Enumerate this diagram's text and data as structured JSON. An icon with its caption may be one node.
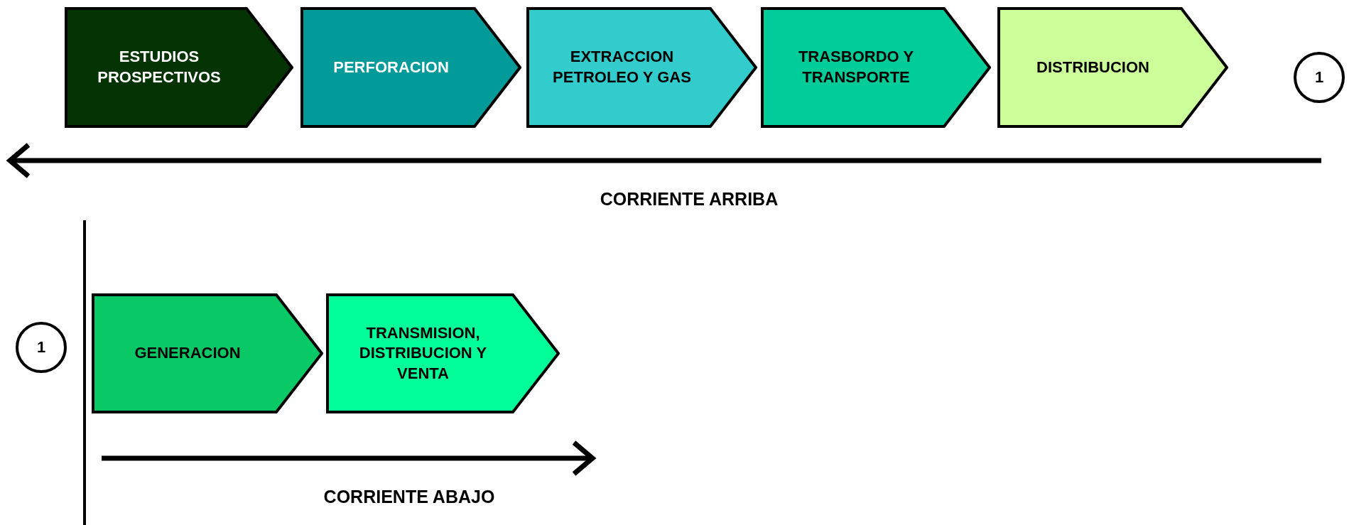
{
  "diagram": {
    "nodes": [
      {
        "text": [
          "ESTUDIOS PROSPECTIVOS"
        ]
      },
      {
        "text": [
          "PERFORACION"
        ]
      },
      {
        "text": [
          "EXTRACCION PETROLEO Y GAS"
        ]
      },
      {
        "text": [
          "TRASBORDO Y TRANSPORTE"
        ]
      },
      {
        "text": [
          "DISTRIBUCION"
        ]
      },
      {
        "text": [
          "1"
        ]
      },
      {
        "text": [
          "1"
        ]
      },
      {
        "text": [
          "GENERACION"
        ]
      },
      {
        "text": [
          "TRANSMISION, DISTRIBUCION Y VENTA"
        ]
      }
    ],
    "labels": [
      "CORRIENTE ARRIBA",
      "CORRIENTE ABAJO"
    ]
  }
}
